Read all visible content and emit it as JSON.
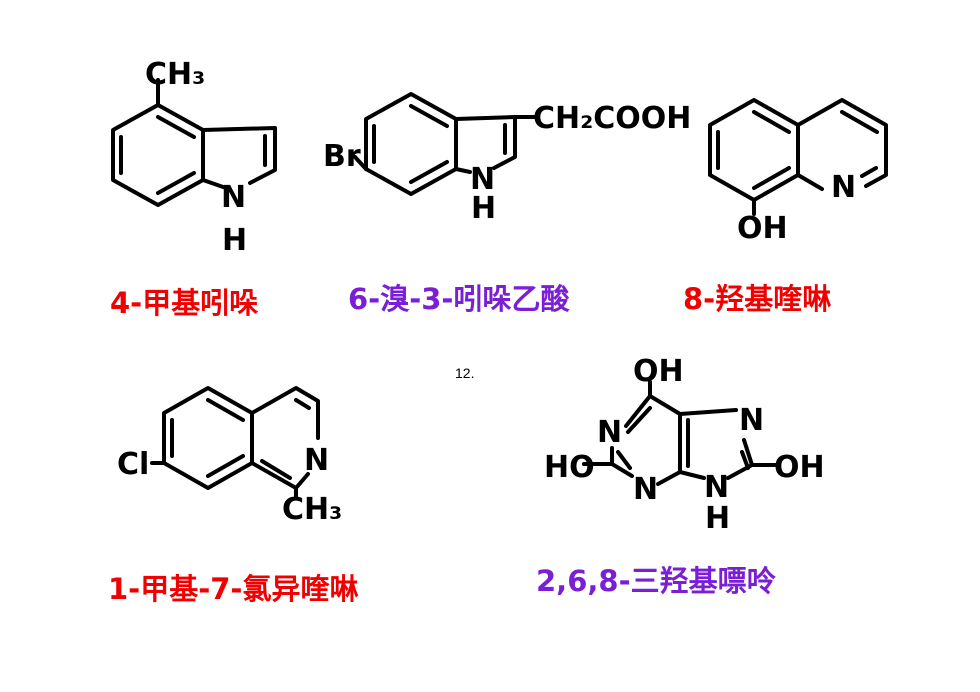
{
  "page_number": "12.",
  "colors": {
    "red": "#f00000",
    "purple": "#7a1fd6",
    "ink": "#000000"
  },
  "compounds": [
    {
      "name": "4-甲基吲哚",
      "name_color": "#f00000",
      "labels": {
        "ch3": "CH₃",
        "n": "N",
        "h": "H"
      }
    },
    {
      "name": "6-溴-3-吲哚乙酸",
      "name_color": "#7a1fd6",
      "labels": {
        "br": "Br",
        "ch2cooh": "CH₂COOH",
        "n": "N",
        "h": "H"
      }
    },
    {
      "name": "8-羟基喹啉",
      "name_color": "#f00000",
      "labels": {
        "oh": "OH",
        "n": "N"
      }
    },
    {
      "name": "1-甲基-7-氯异喹啉",
      "name_color": "#f00000",
      "labels": {
        "cl": "Cl",
        "n": "N",
        "ch3": "CH₃"
      }
    },
    {
      "name": "2,6,8-三羟基嘌呤",
      "name_color": "#7a1fd6",
      "labels": {
        "oh_top": "OH",
        "n1": "N",
        "ho_left": "HO",
        "n3": "N",
        "n7": "N",
        "n9": "N",
        "h9": "H",
        "oh_right": "OH"
      }
    }
  ]
}
